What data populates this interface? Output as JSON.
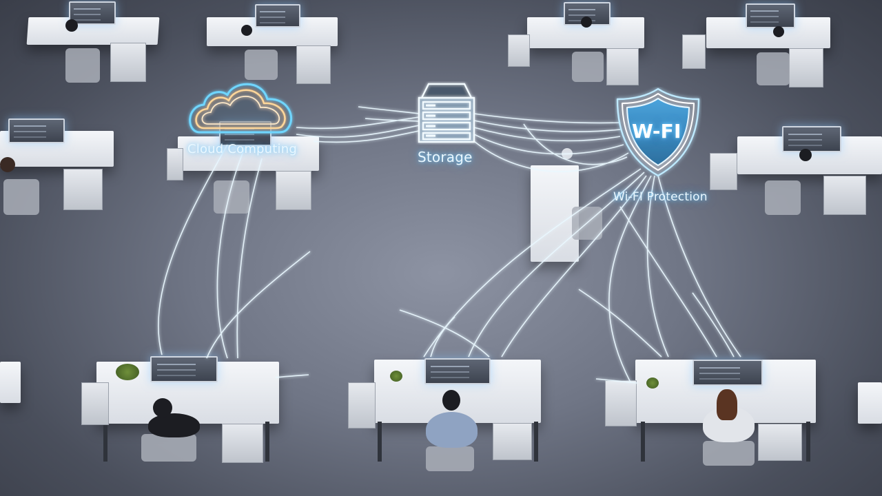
{
  "scene": {
    "description": "Overhead view of modern office with desks connected by glowing network lines to cloud, storage and Wi-Fi icons",
    "colors": {
      "floor": "#6f7585",
      "glow": "#7fd3ff",
      "cloud_outer": "#6fd6ff",
      "cloud_inner": "#ffd79a",
      "shield_fill": "#3f8fc9",
      "desk": "#eef1f5"
    }
  },
  "overlay": {
    "cloud": {
      "icon": "cloud-icon",
      "label": "Cloud Computing"
    },
    "storage": {
      "icon": "server-rack-icon",
      "label": "Storage"
    },
    "wifi": {
      "icon": "shield-icon",
      "badge": "W-FI",
      "label": "Wi-FI Protection"
    }
  }
}
